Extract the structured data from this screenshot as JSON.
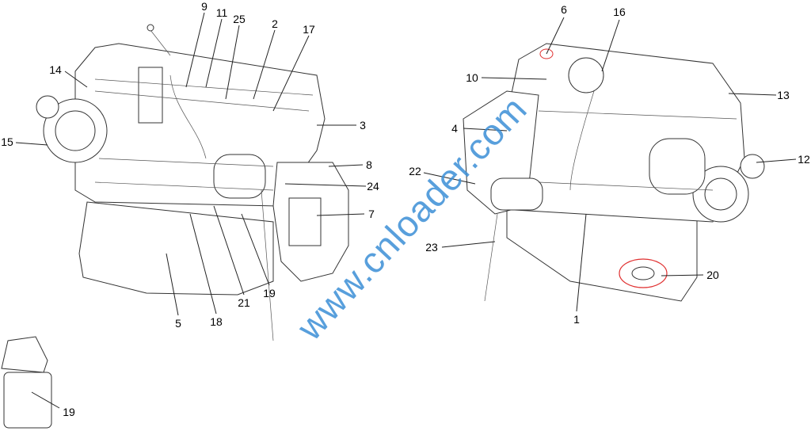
{
  "diagram": {
    "watermark": "www.cnloader.com",
    "left_engine_callouts": [
      "9",
      "11",
      "25",
      "2",
      "17",
      "14",
      "15",
      "3",
      "8",
      "24",
      "7",
      "5",
      "18",
      "21",
      "19"
    ],
    "right_engine_callouts": [
      "6",
      "16",
      "10",
      "13",
      "4",
      "12",
      "22",
      "23",
      "20",
      "1"
    ],
    "filter_callouts": [
      "19"
    ],
    "highlight_color": "#e03030",
    "watermark_color": "#3b8fd6"
  }
}
